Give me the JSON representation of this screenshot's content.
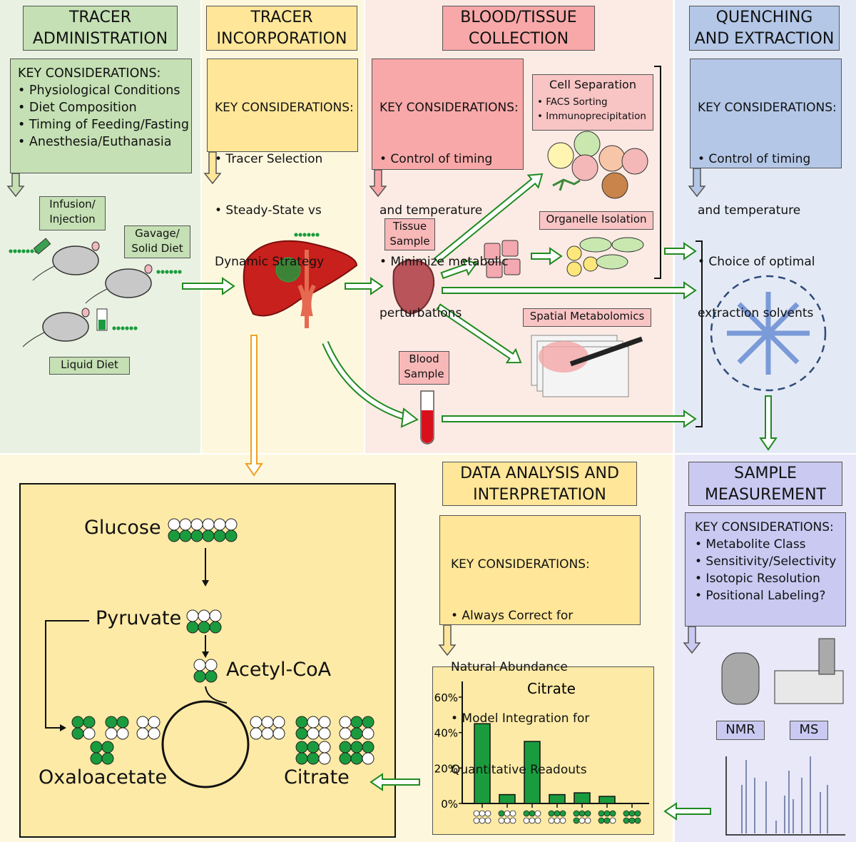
{
  "panels": {
    "tracer_administration": {
      "title": [
        "TRACER",
        "ADMINISTRATION"
      ],
      "key_heading": "KEY CONSIDERATIONS:",
      "items": [
        "• Physiological Conditions",
        "• Diet Composition",
        "• Timing of Feeding/Fasting",
        "• Anesthesia/Euthanasia"
      ],
      "labels": {
        "infusion": [
          "Infusion/",
          "Injection"
        ],
        "gavage": [
          "Gavage/",
          "Solid Diet"
        ],
        "liquid": "Liquid Diet"
      }
    },
    "tracer_incorporation": {
      "title": [
        "TRACER",
        "INCORPORATION"
      ],
      "key_heading": "KEY CONSIDERATIONS:",
      "items": [
        "• Tracer Selection",
        "• Steady-State vs",
        "  Dynamic Strategy"
      ]
    },
    "blood_tissue_collection": {
      "title": [
        "BLOOD/TISSUE",
        "COLLECTION"
      ],
      "key_heading": "KEY CONSIDERATIONS:",
      "items": [
        "• Control of timing",
        "  and temperature",
        "• Minimize metabolic",
        "  perturbations"
      ],
      "labels": {
        "tissue": [
          "Tissue",
          "Sample"
        ],
        "blood": [
          "Blood",
          "Sample"
        ],
        "cell_separation": "Cell Separation",
        "cell_items": [
          "• FACS Sorting",
          "• Immunoprecipitation"
        ],
        "organelle": "Organelle Isolation",
        "spatial": "Spatial Metabolomics"
      }
    },
    "quenching_extraction": {
      "title": [
        "QUENCHING",
        "AND EXTRACTION"
      ],
      "key_heading": "KEY CONSIDERATIONS:",
      "items": [
        "• Control of timing",
        "  and temperature",
        "• Choice of optimal",
        "  extraction solvents"
      ]
    },
    "data_analysis": {
      "title": [
        "DATA ANALYSIS AND",
        "INTERPRETATION"
      ],
      "key_heading": "KEY CONSIDERATIONS:",
      "items": [
        "• Always Correct for",
        "  Natural Abundance",
        "• Model Integration for",
        "  Quantitative Readouts"
      ]
    },
    "sample_measurement": {
      "title": [
        "SAMPLE",
        "MEASUREMENT"
      ],
      "key_heading": "KEY CONSIDERATIONS:",
      "items": [
        "• Metabolite Class",
        "• Sensitivity/Selectivity",
        "• Isotopic Resolution",
        "• Positional Labeling?"
      ],
      "labels": {
        "nmr": "NMR",
        "ms": "MS"
      }
    }
  },
  "pathway": {
    "glucose": "Glucose",
    "pyruvate": "Pyruvate",
    "acetyl_coa": "Acetyl-CoA",
    "oxaloacetate": "Oxaloacetate",
    "citrate": "Citrate"
  },
  "colors": {
    "label_green": "#1a9c3e",
    "arrow_green": "#1f8a1f",
    "arrow_orange": "#f0a020"
  },
  "chart_data": {
    "type": "bar",
    "title": "Citrate",
    "categories": [
      "M+0",
      "M+1",
      "M+2",
      "M+3",
      "M+4",
      "M+5",
      "M+6"
    ],
    "labeled_carbons": [
      0,
      1,
      2,
      3,
      4,
      5,
      6
    ],
    "values": [
      45,
      5,
      35,
      5,
      6,
      4,
      0
    ],
    "ylim": [
      0,
      70
    ],
    "yticks": [
      "0%",
      "20%",
      "40%",
      "60%"
    ],
    "ytick_values": [
      0,
      20,
      40,
      60
    ],
    "grid": false
  }
}
